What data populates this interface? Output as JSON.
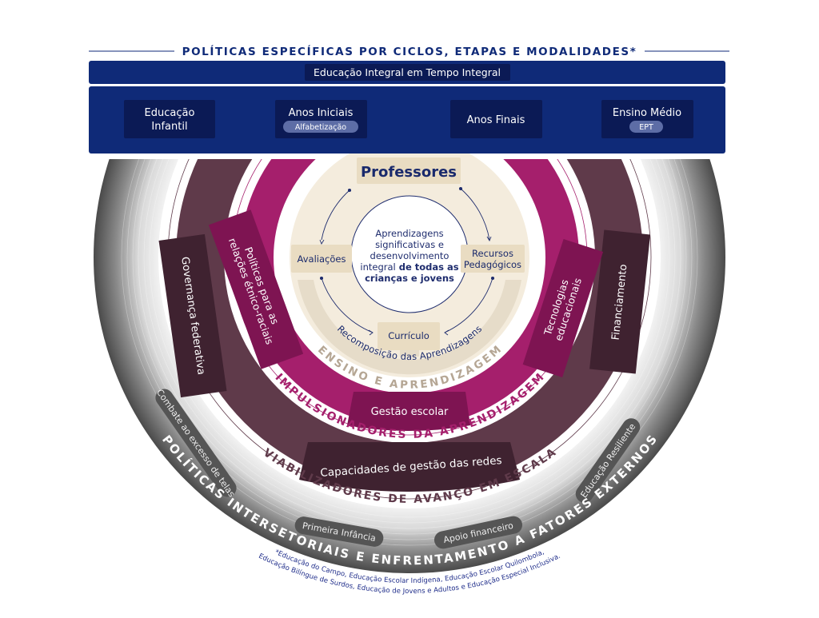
{
  "header": {
    "title": "POLÍTICAS ESPECÍFICAS POR CICLOS, ETAPAS E MODALIDADES*",
    "integral": "Educação Integral em Tempo Integral",
    "stages": [
      {
        "label_1": "Educação",
        "label_2": "Infantil",
        "tag": ""
      },
      {
        "label_1": "Anos Iniciais",
        "label_2": "",
        "tag": "Alfabetização"
      },
      {
        "label_1": "Anos Finais",
        "label_2": "",
        "tag": ""
      },
      {
        "label_1": "Ensino Médio",
        "label_2": "",
        "tag": "EPT"
      }
    ]
  },
  "core": {
    "center_lines": [
      "Aprendizagens",
      "significativas e",
      "desenvolvimento",
      "integral"
    ],
    "center_bold_1": "de todas as",
    "center_bold_2": "crianças e jovens",
    "professores": "Professores",
    "avaliacoes": "Avaliações",
    "recursos_1": "Recursos",
    "recursos_2": "Pedagógicos",
    "curriculo": "Currículo",
    "recomposicao": "Recomposição das Aprendizagens",
    "ring_label": "ENSINO E APRENDIZAGEM"
  },
  "impulsionadores": {
    "ring_label": "IMPULSIONADORES DA APRENDIZAGEM",
    "politicas_1": "Políticas para as",
    "politicas_2": "relações étnico-raciais",
    "tecnologias_1": "Tecnologias",
    "tecnologias_2": "educacionais",
    "gestao": "Gestão escolar"
  },
  "viabilizadores": {
    "ring_label": "VIABILIZADORES DE AVANÇO EM ESCALA",
    "governanca": "Governança federativa",
    "financiamento": "Financiamento",
    "capacidades": "Capacidades de gestão das redes"
  },
  "intersetoriais": {
    "ring_label": "POLÍTICAS INTERSETORIAIS E ENFRENTAMENTO A FATORES EXTERNOS",
    "items": [
      "Combate ao excesso de telas",
      "Primeira Infância",
      "Apoio financeiro",
      "Educação Resiliente"
    ]
  },
  "footnote": {
    "line_1": "*Educação do Campo, Educação Escolar Indígena, Educação Escolar Quilombola,",
    "line_2": "Educação Bilíngue de Surdos, Educação de Jovens e Adultos e Educação Especial Inclusiva."
  },
  "colors": {
    "navy": "#0f2a78",
    "magenta": "#a51f6c",
    "maroon": "#5f3a4a",
    "cream": "#f3ebdc",
    "gray": "#4d4d4d"
  }
}
